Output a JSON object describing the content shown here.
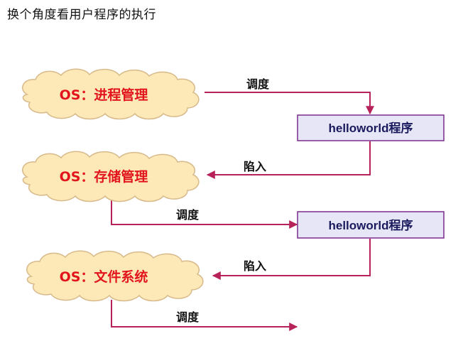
{
  "title": "换个角度看用户程序的执行",
  "colors": {
    "cloud_fill": "#fde9b8",
    "cloud_stroke": "#d7b98a",
    "cloud_text": "#e2151c",
    "box_fill": "#e6e6f6",
    "box_stroke": "#7a2c8c",
    "box_text": "#1a1a5e",
    "connector": "#b7225a",
    "edge_text": "#111111"
  },
  "nodes": {
    "os_process": "OS：进程管理",
    "os_storage": "OS：存储管理",
    "os_filesystem": "OS：文件系统",
    "program_1": "helloworld程序",
    "program_2": "helloworld程序"
  },
  "edges": {
    "schedule_1": "调度",
    "trap_1": "陷入",
    "schedule_2": "调度",
    "trap_2": "陷入",
    "schedule_3": "调度"
  }
}
